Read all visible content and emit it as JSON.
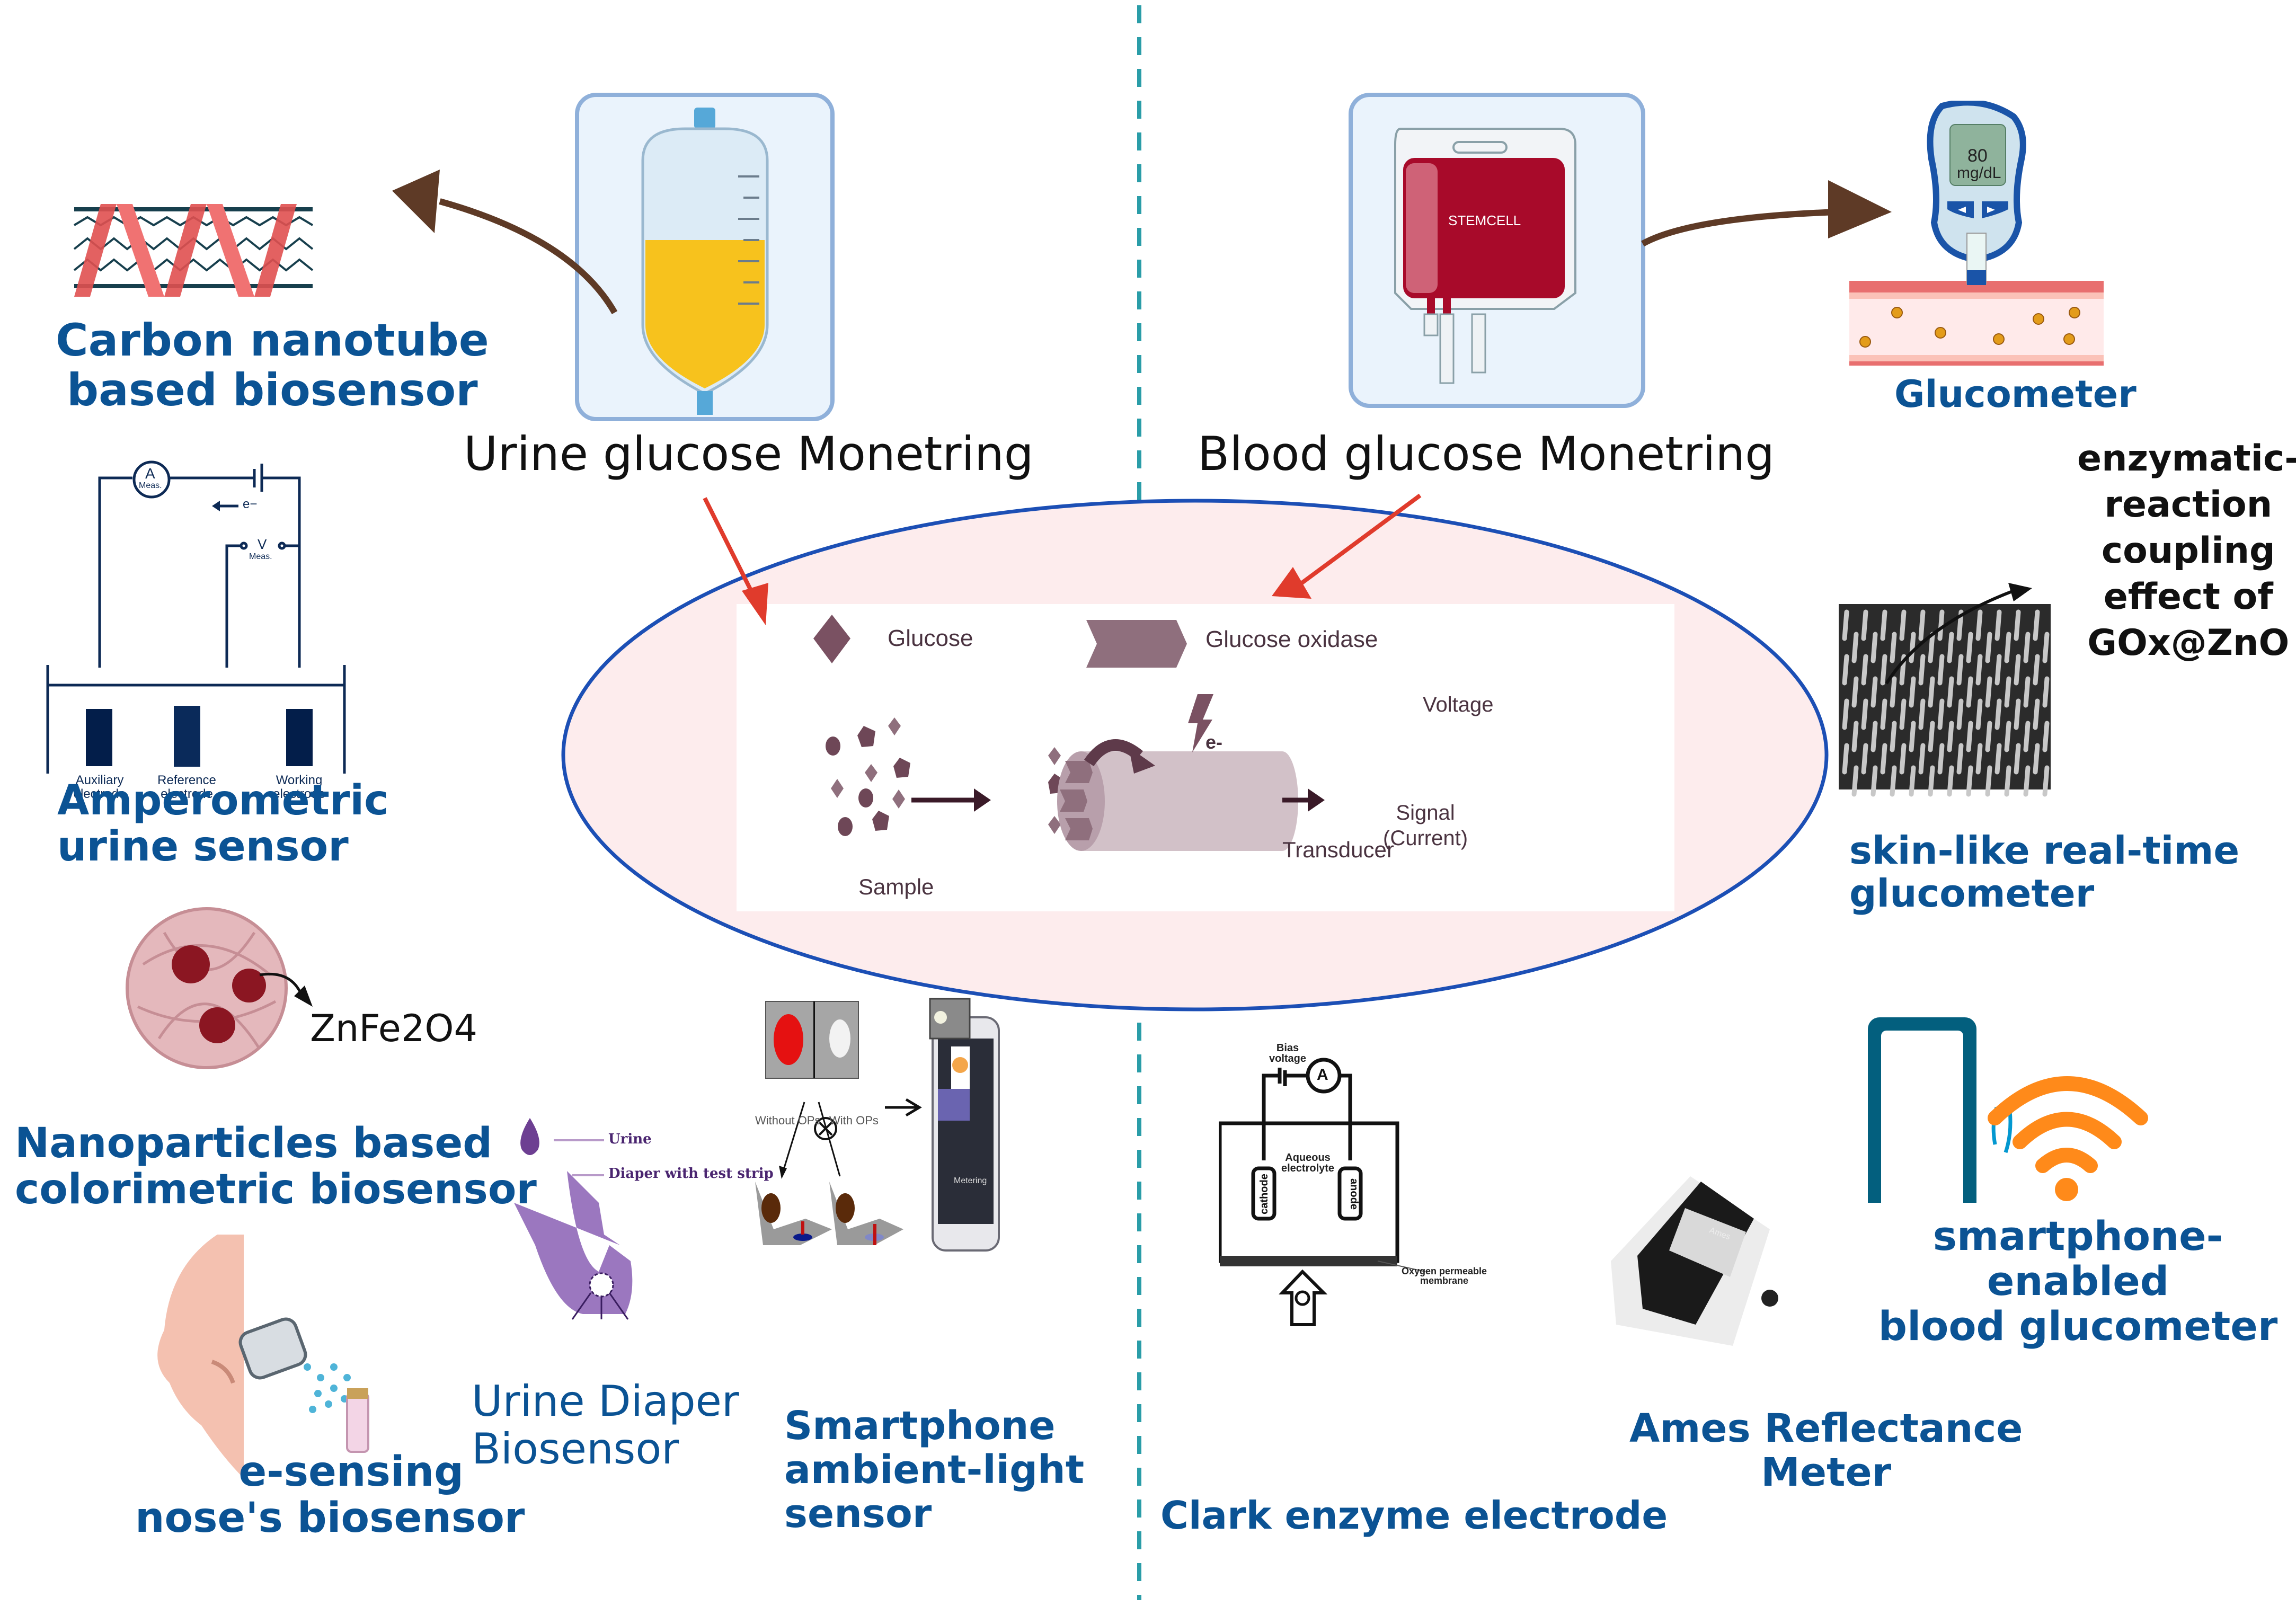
{
  "titles": {
    "urine": "Urine glucose Monetring",
    "blood": "Blood glucose Monetring"
  },
  "center_diagram": {
    "legend_glucose": "Glucose",
    "legend_enzyme": "Glucose oxidase",
    "voltage": "Voltage",
    "electron": "e-",
    "transducer": "Transducer",
    "signal_line1": "Signal",
    "signal_line2": "(Current)",
    "sample": "Sample"
  },
  "left": {
    "carbon_nanotube": [
      "Carbon nanotube",
      "based biosensor"
    ],
    "amperometric": {
      "label": [
        "Amperometric",
        "urine sensor"
      ],
      "ammeter_symbol": "A",
      "ammeter_sub": "Meas.",
      "voltmeter_symbol": "V",
      "voltmeter_sub": "Meas.",
      "electron": "e−",
      "electrodes": [
        [
          "Auxiliary",
          "electrode"
        ],
        [
          "Reference",
          "electrode"
        ],
        [
          "Working",
          "electrode"
        ]
      ]
    },
    "nanoparticles": {
      "compound": "ZnFe2O4",
      "label": [
        "Nanoparticles based",
        "colorimetric biosensor"
      ]
    },
    "e_nose": [
      "e-sensing",
      "nose's biosensor"
    ],
    "diaper": {
      "urine": "Urine",
      "strip": "Diaper with test strip",
      "label": [
        "Urine Diaper",
        "Biosensor"
      ]
    },
    "smartphone_light": {
      "without": "Without OPs",
      "with": "With OPs",
      "screen_text": "Metering",
      "label": [
        "Smartphone",
        "ambient-light",
        "sensor"
      ]
    }
  },
  "right": {
    "glucometer": {
      "reading": "80",
      "unit": "mg/dL",
      "label": "Glucometer"
    },
    "blood_bag_brand": "STEMCELL",
    "enzymatic": [
      "enzymatic-",
      "reaction",
      "coupling",
      "effect of",
      "GOx@ZnO"
    ],
    "skin_like": [
      "skin-like real-time",
      "glucometer"
    ],
    "smartphone_enabled": [
      "smartphone-enabled",
      "blood glucometer"
    ],
    "ames": {
      "brand": "Ames",
      "label": [
        "Ames Reflectance",
        "Meter"
      ]
    },
    "clark": {
      "bias": [
        "Bias",
        "voltage"
      ],
      "ammeter": "A",
      "electrolyte": [
        "Aqueous",
        "electrolyte"
      ],
      "cathode": "cathode",
      "anode": "anode",
      "membrane": [
        "Oxygen permeable",
        "membrane"
      ],
      "oxygen": "O",
      "label": "Clark enzyme electrode"
    }
  },
  "colors": {
    "label_blue": "#0b5394",
    "divider_teal": "#2a9da8",
    "ellipse_border": "#1c4fb5",
    "ellipse_fill": "#fde9ea",
    "arrow_brown": "#5e3a26",
    "arrow_red": "#e03b2c",
    "diagram_mauve": "#7a5162"
  }
}
